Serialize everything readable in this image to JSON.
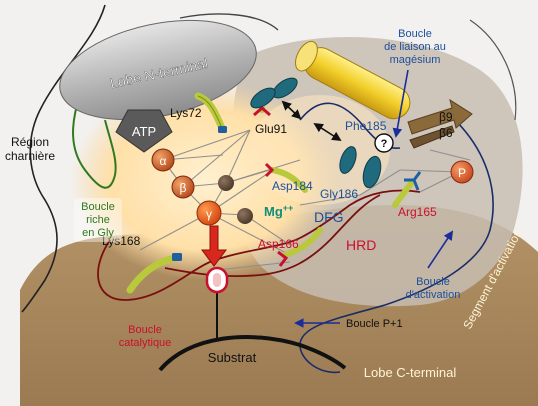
{
  "lobes": {
    "n_terminal": "Lobe N-terminal",
    "c_terminal": "Lobe C-terminal"
  },
  "regions": {
    "hinge_line1": "Région",
    "hinge_line2": "charnière",
    "gly_loop_line1": "Boucle",
    "gly_loop_line2": "riche",
    "gly_loop_line3": "en Gly",
    "catalytic_loop_line1": "Boucle",
    "catalytic_loop_line2": "catalytique",
    "mg_loop_line1": "Boucle",
    "mg_loop_line2": "de liaison au",
    "mg_loop_line3": "magésium",
    "activation_loop_line1": "Boucle",
    "activation_loop_line2": "d'activation",
    "activation_segment": "Segment d'activation",
    "p1_loop": "Boucle P+1",
    "substrate": "Substrat"
  },
  "molecules": {
    "atp": "ATP",
    "alpha": "α",
    "beta": "β",
    "gamma": "γ",
    "mg": "Mg",
    "mg_charge": "++",
    "phosphate": "P",
    "question": "?"
  },
  "residues": {
    "lys72": "Lys72",
    "glu91": "Glu91",
    "phe185": "Phe185",
    "asp184": "Asp184",
    "gly186": "Gly186",
    "dfg": "DFG",
    "arg165": "Arg165",
    "asp166": "Asp166",
    "hrd": "HRD",
    "lys168": "Lys168"
  },
  "strands": {
    "beta9": "β9",
    "beta6": "β6"
  },
  "colors": {
    "background": "#f3f1ef",
    "c_lobe": "#a98760",
    "n_lobe_shade": "#c9bfb5",
    "active_glow": "#ffe3b3",
    "n_lobe": "#b9b9b9",
    "helix": "#f2cf2a",
    "residue_stick": "#b9c93c",
    "residue_head": "#1f5fa0",
    "teal": "#1f6a7d",
    "gamma_red": "#e35f1c",
    "mg_text": "#0f8f7a",
    "dark_red": "#7a0f0f",
    "navy": "#1a2d6a",
    "green_loop": "#2f7a1f",
    "label_blue": "#1d4f9a",
    "label_red": "#c8102e"
  }
}
